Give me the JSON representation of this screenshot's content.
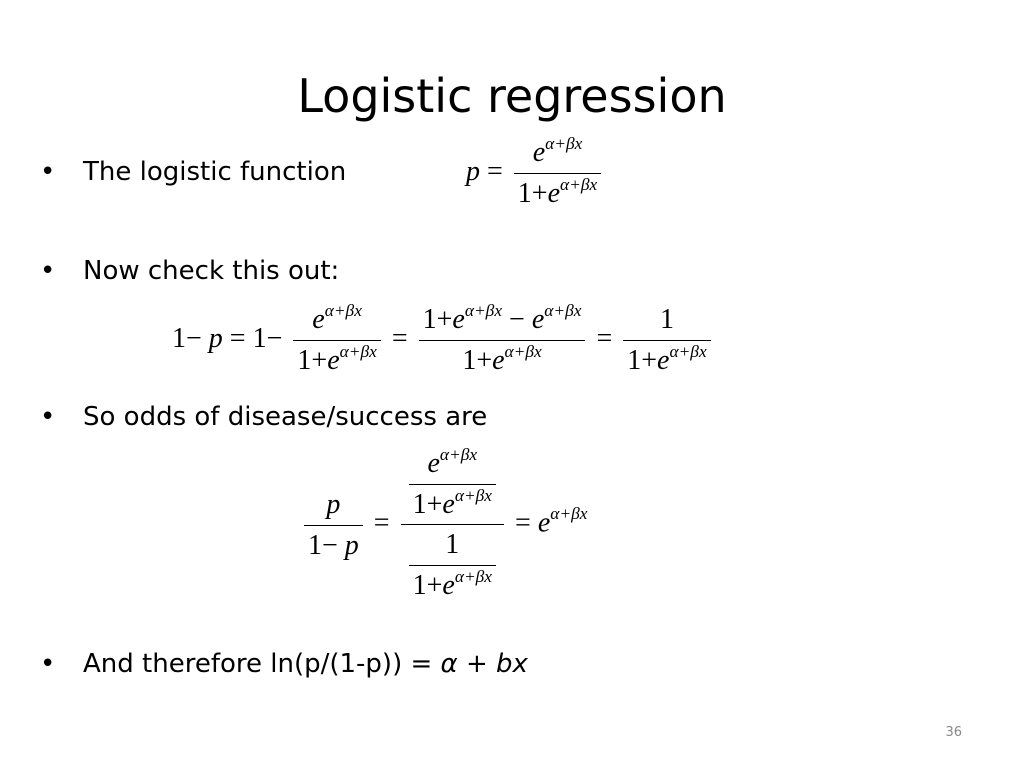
{
  "slide": {
    "title": "Logistic regression",
    "bullet_char": "•",
    "bullets": [
      "The logistic function",
      "Now check this out:",
      "So odds of disease/success are",
      "And therefore  ln(p/(1-p)) = "
    ],
    "conclusion_math": "α + bx",
    "page_number": "36"
  },
  "equations": {
    "exp": "α+βx",
    "e": "e",
    "p": "p",
    "one": "1",
    "one_plus": "1+",
    "equals": "=",
    "one_minus": "1−",
    "minus": "−"
  }
}
